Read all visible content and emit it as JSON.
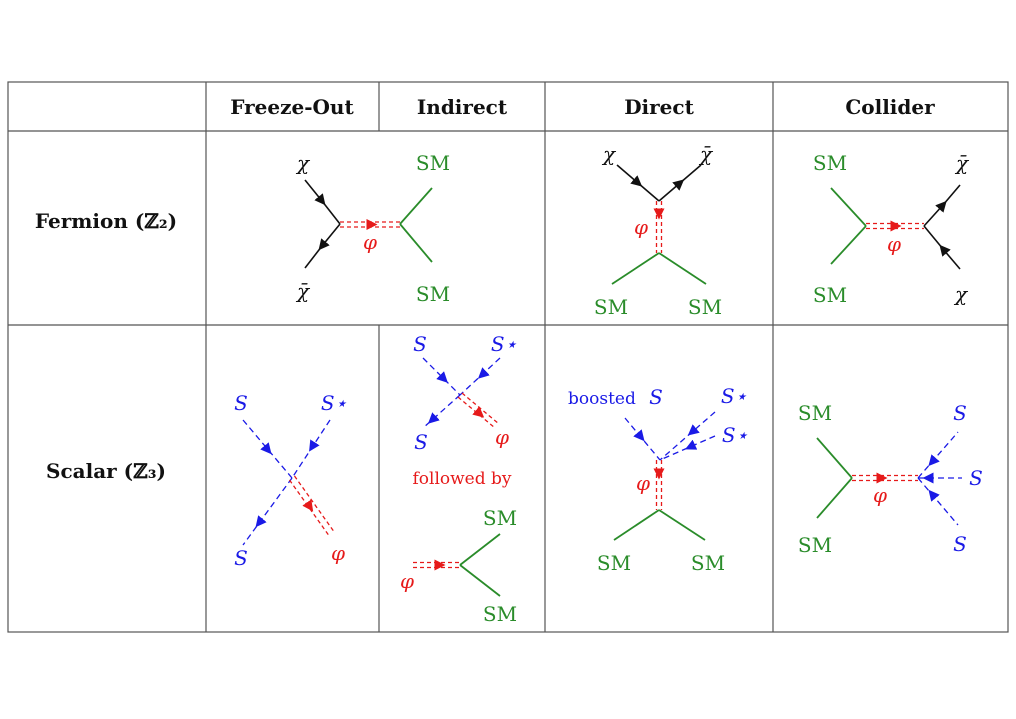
{
  "colors": {
    "fermion": "#111111",
    "scalar": "#1a1ae6",
    "mediator": "#e61a1a",
    "sm": "#2a8c2a"
  },
  "headers": {
    "freeze_out": "Freeze-Out",
    "indirect": "Indirect",
    "direct": "Direct",
    "collider": "Collider"
  },
  "rows": {
    "fermion": "Fermion (ℤ₂)",
    "scalar": "Scalar (ℤ₃)"
  },
  "symbols": {
    "chi": "χ",
    "chibar": "χ̄",
    "phi": "φ",
    "sm": "SM",
    "s": "S",
    "sstar": "S⋆"
  },
  "annotations": {
    "followed_by": "followed by",
    "boosted": "boosted"
  }
}
